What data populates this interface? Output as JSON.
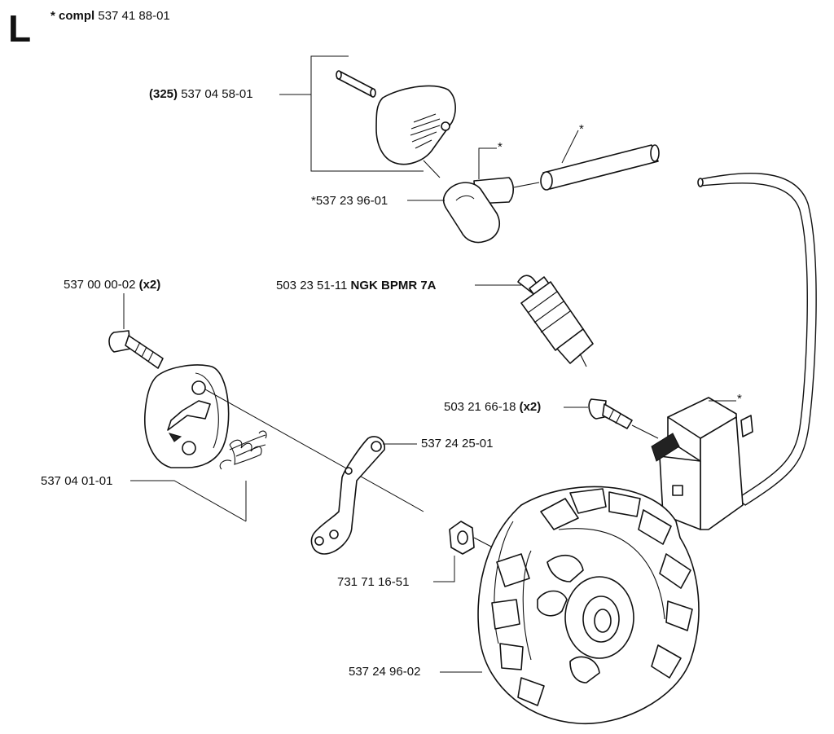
{
  "section": "L",
  "header": {
    "prefix": "* compl",
    "number": "537 41 88-01"
  },
  "labels": {
    "cap_ref": "(325)",
    "cap_num": "537 04 58-01",
    "boot_num": "*537 23 96-01",
    "boot_star": "*",
    "tube_star": "*",
    "screw_num": "537 00 00-02",
    "screw_qty": "(x2)",
    "plug_num": "503 23 51-11",
    "plug_name": "NGK BPMR 7A",
    "module_screw_num": "503 21 66-18",
    "module_screw_qty": "(x2)",
    "module_star": "*",
    "lever_num": "537 24 25-01",
    "clutch_num": "537 04 01-01",
    "nut_num": "731 71 16-51",
    "flywheel_num": "537 24 96-02"
  }
}
